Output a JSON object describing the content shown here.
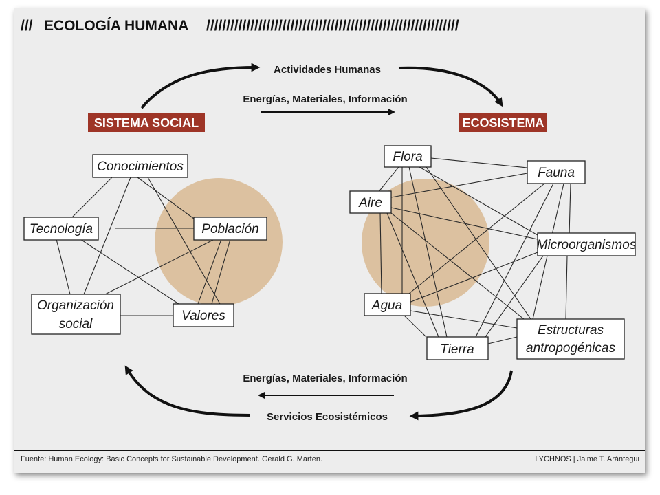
{
  "header": {
    "slashes_left": "///",
    "title": "ECOLOGÍA HUMANA",
    "slashes_right": "///////////////////////////////////////////////////////////////"
  },
  "flows": {
    "top_arc": "Actividades Humanas",
    "top_straight": "Energías, Materiales, Información",
    "bottom_straight": "Energías, Materiales, Información",
    "bottom_arc": "Servicios Ecosistémicos"
  },
  "social_system": {
    "label": "SISTEMA SOCIAL",
    "nodes": {
      "conocimientos": "Conocimientos",
      "tecnologia": "Tecnología",
      "poblacion": "Población",
      "organizacion_1": "Organización",
      "organizacion_2": "social",
      "valores": "Valores"
    }
  },
  "ecosystem": {
    "label": "ECOSISTEMA",
    "nodes": {
      "flora": "Flora",
      "fauna": "Fauna",
      "aire": "Aire",
      "microorganismos": "Microorganismos",
      "agua": "Agua",
      "estructuras_1": "Estructuras",
      "estructuras_2": "antropogénicas",
      "tierra": "Tierra"
    }
  },
  "footer": {
    "source": "Fuente: Human Ecology: Basic Concepts for Sustainable Development. Gerald G. Marten.",
    "credit": "LYCHNOS | Jaime T. Arántegui"
  },
  "colors": {
    "accent": "#9e3527",
    "highlight_circle": "#dcc1a0",
    "background": "#ededed"
  }
}
